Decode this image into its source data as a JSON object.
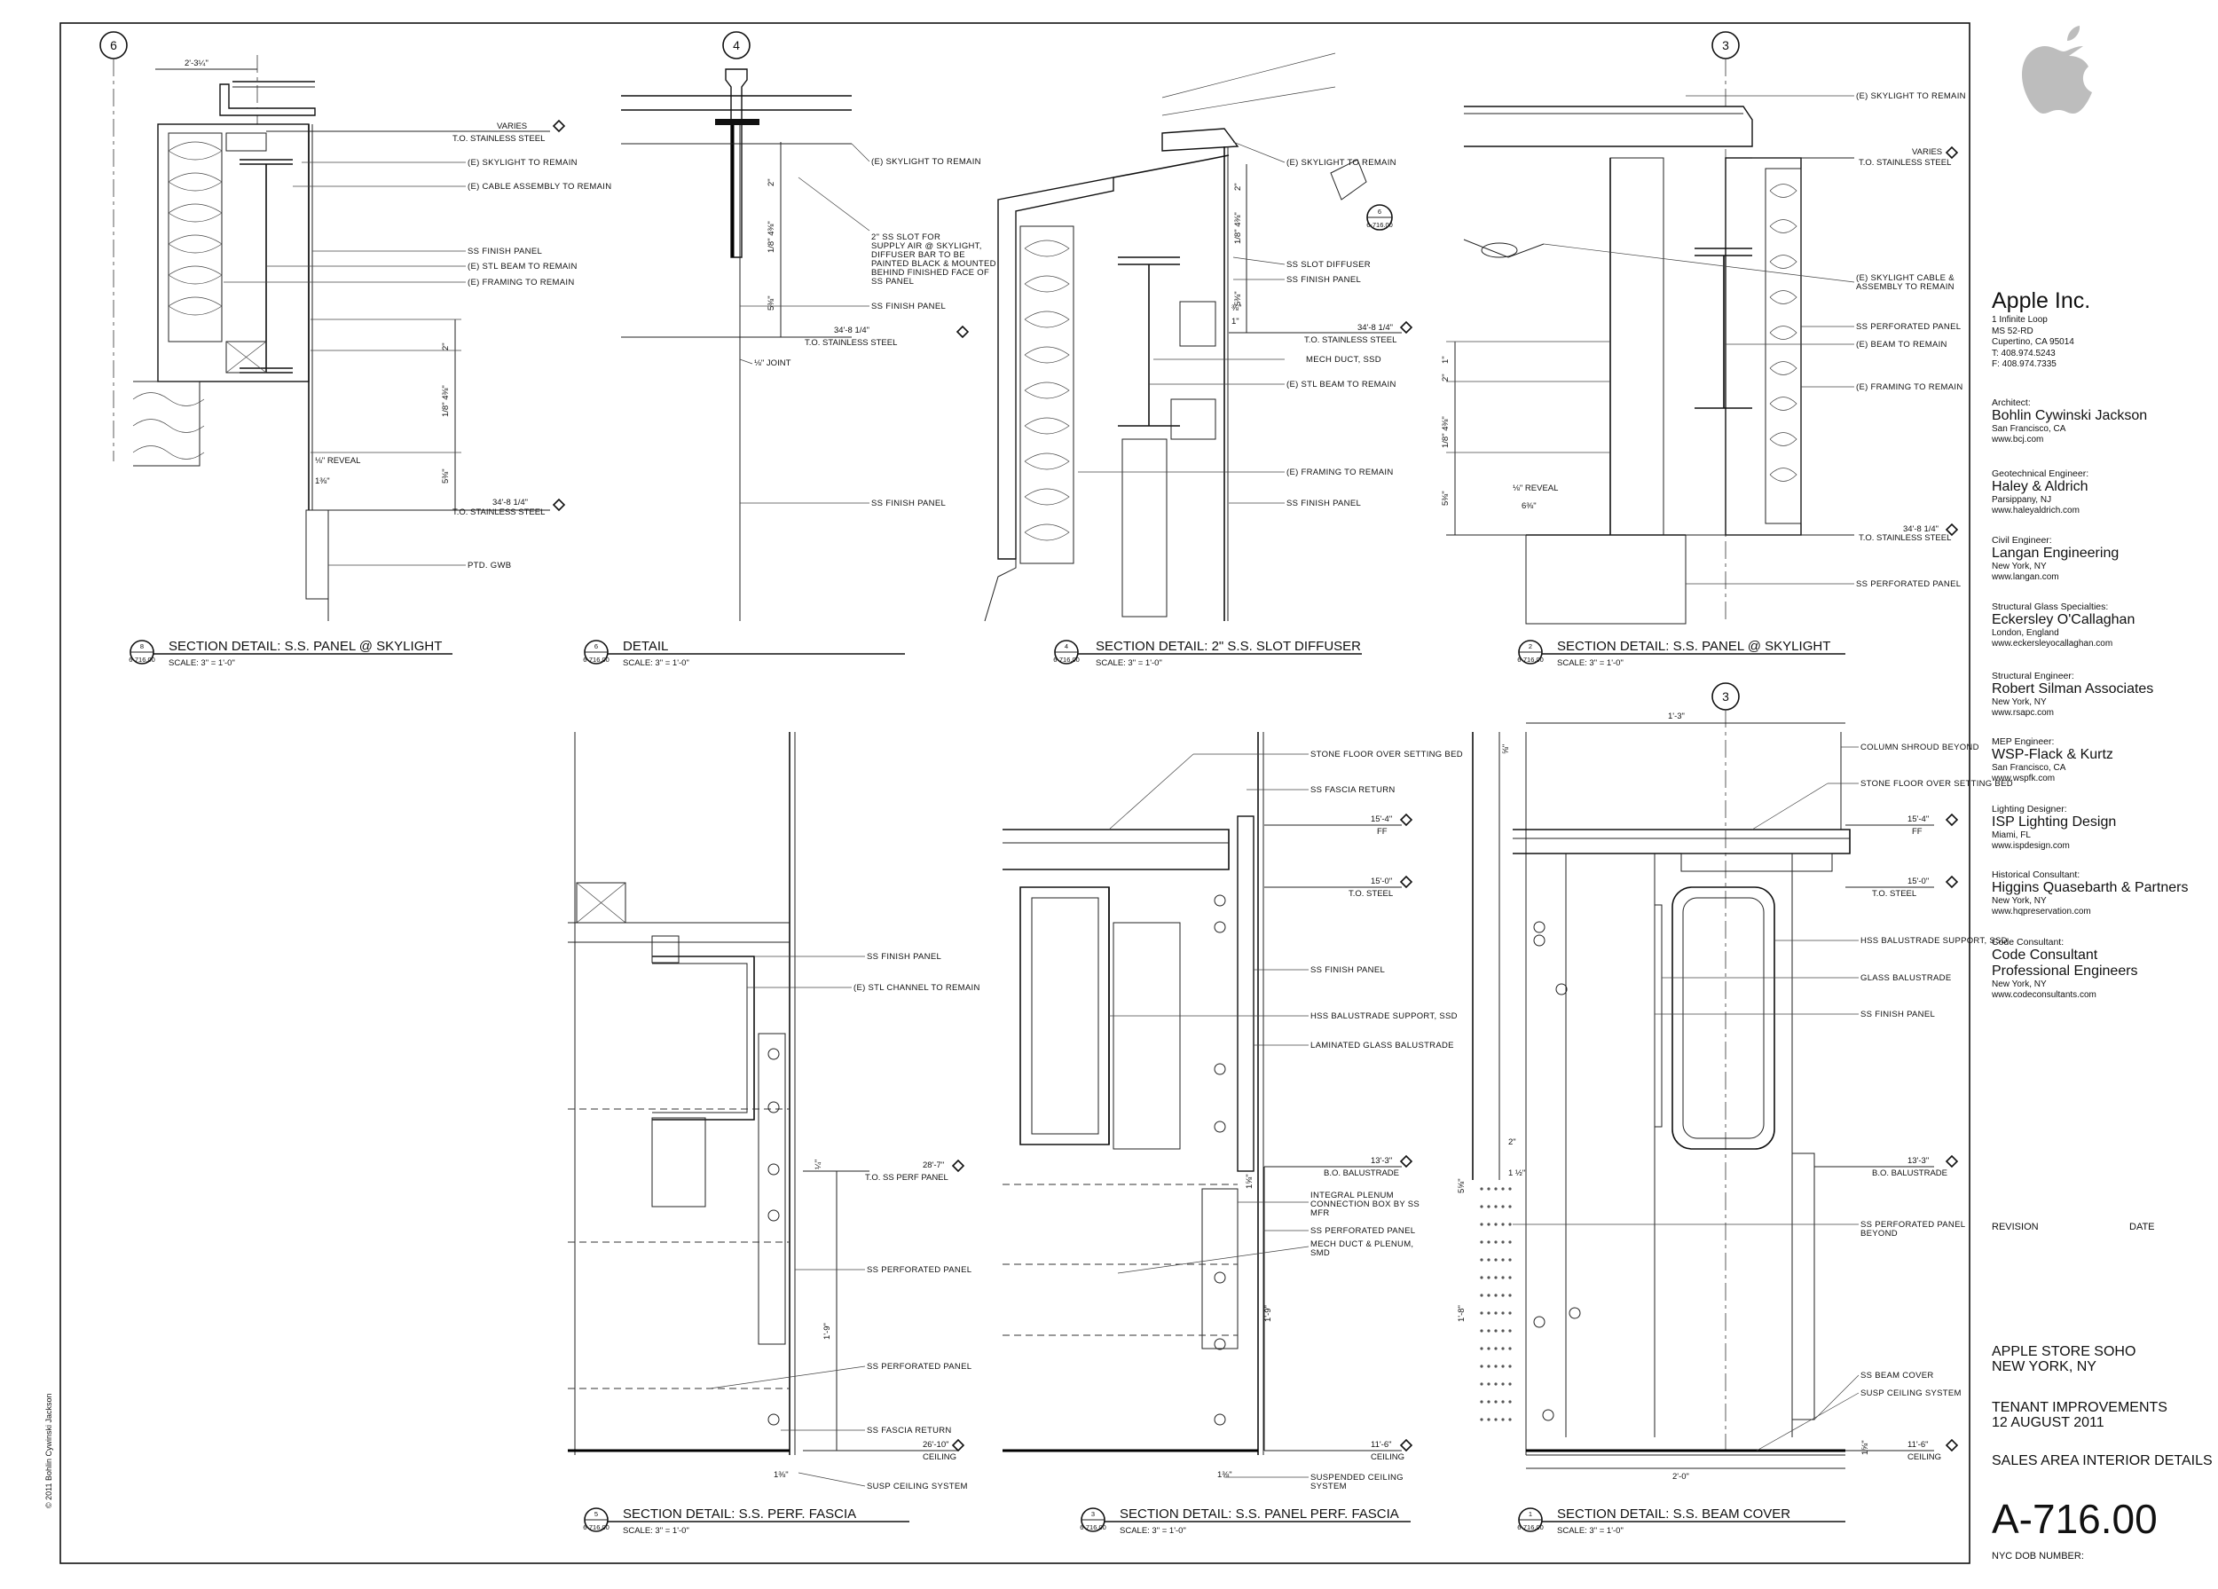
{
  "drawings": [
    {
      "id": "8",
      "number": "8",
      "ref": "6-716.00",
      "title": "SECTION DETAIL: S.S. PANEL @ SKYLIGHT",
      "scale": "SCALE: 3\" = 1'-0\""
    },
    {
      "id": "6",
      "number": "6",
      "ref": "6-716.00",
      "title": "DETAIL",
      "scale": "SCALE: 3\" = 1'-0\""
    },
    {
      "id": "4",
      "number": "4",
      "ref": "6-716.00",
      "title": "SECTION DETAIL: 2\" S.S. SLOT DIFFUSER",
      "scale": "SCALE: 3\" = 1'-0\""
    },
    {
      "id": "2",
      "number": "2",
      "ref": "6-716.00",
      "title": "SECTION DETAIL: S.S. PANEL @ SKYLIGHT",
      "scale": "SCALE: 3\" = 1'-0\""
    },
    {
      "id": "5",
      "number": "5",
      "ref": "6-716.00",
      "title": "SECTION DETAIL: S.S. PERF. FASCIA",
      "scale": "SCALE: 3\" = 1'-0\""
    },
    {
      "id": "3",
      "number": "3",
      "ref": "6-716.00",
      "title": "SECTION DETAIL: S.S. PANEL PERF. FASCIA",
      "scale": "SCALE: 3\" = 1'-0\""
    },
    {
      "id": "1",
      "number": "1",
      "ref": "6-716.00",
      "title": "SECTION DETAIL: S.S. BEAM COVER",
      "scale": "SCALE: 3\" = 1'-0\""
    }
  ],
  "grid_bubbles": [
    "6",
    "4",
    "3",
    "3"
  ],
  "notes": {
    "d8": [
      "(E) SKYLIGHT TO REMAIN",
      "(E) CABLE ASSEMBLY TO REMAIN",
      "SS FINISH PANEL",
      "(E) STL BEAM TO REMAIN",
      "(E) FRAMING TO REMAIN",
      "PTD. GWB"
    ],
    "d8_dims": [
      "2'-3¼\"",
      "VARIES",
      "T.O. STAINLESS STEEL",
      "2\"",
      "1/8\" 4⅜\"",
      "5⅜\"",
      "⅛\" REVEAL",
      "1⅜\"",
      "34'-8 1/4\"",
      "T.O. STAINLESS STEEL"
    ],
    "d6": [
      "(E) SKYLIGHT TO REMAIN",
      "2\" SS SLOT FOR",
      "SUPPLY AIR @ SKYLIGHT,",
      "DIFFUSER BAR TO BE",
      "PAINTED BLACK & MOUNTED",
      "BEHIND FINISHED FACE OF",
      "SS PANEL",
      "SS FINISH PANEL",
      "SS FINISH PANEL"
    ],
    "d6_dims": [
      "2\"",
      "1/8\" 4⅜\"",
      "5⅜\"",
      "34'-8 1/4\"",
      "T.O. STAINLESS STEEL",
      "⅛\" JOINT"
    ],
    "d4": [
      "(E) SKYLIGHT TO REMAIN",
      "SS SLOT DIFFUSER",
      "SS FINISH PANEL",
      "MECH DUCT, SSD",
      "(E) STL BEAM TO REMAIN",
      "(E) FRAMING TO REMAIN",
      "SS FINISH PANEL"
    ],
    "d4_dims": [
      "2\"",
      "1/8\" 4⅜\"",
      "⅜\"",
      "1\"",
      "5⅜\"",
      "34'-8 1/4\"",
      "T.O. STAINLESS STEEL"
    ],
    "d4_section_ref": [
      "6",
      "6-716.00"
    ],
    "d2": [
      "(E) SKYLIGHT TO REMAIN",
      "(E) SKYLIGHT CABLE &",
      "ASSEMBLY TO REMAIN",
      "SS PERFORATED PANEL",
      "(E) BEAM TO REMAIN",
      "(E) FRAMING TO REMAIN",
      "SS PERFORATED PANEL"
    ],
    "d2_dims": [
      "VARIES",
      "T.O. STAINLESS STEEL",
      "1\"",
      "2\"",
      "1/8\" 4⅜\"",
      "5⅜\"",
      "⅛\" REVEAL",
      "6⅜\"",
      "34'-8 1/4\"",
      "T.O. STAINLESS STEEL"
    ],
    "d5": [
      "SS FINISH PANEL",
      "(E) STL CHANNEL TO REMAIN",
      "SS PERFORATED PANEL",
      "SS PERFORATED PANEL",
      "SS FASCIA RETURN",
      "SUSP CEILING SYSTEM"
    ],
    "d5_dims": [
      "¼\"",
      "28'-7\"",
      "T.O. SS PERF PANEL",
      "1'-9\"",
      "26'-10\"",
      "CEILING",
      "1⅜\""
    ],
    "d3": [
      "STONE FLOOR OVER SETTING BED",
      "SS FASCIA RETURN",
      "SS FINISH PANEL",
      "HSS BALUSTRADE SUPPORT, SSD",
      "LAMINATED GLASS BALUSTRADE",
      "INTEGRAL PLENUM",
      "CONNECTION BOX BY SS",
      "MFR",
      "SS PERFORATED PANEL",
      "MECH DUCT & PLENUM,",
      "SMD",
      "SUSPENDED CEILING",
      "SYSTEM"
    ],
    "d3_dims": [
      "15'-4\"",
      "FF",
      "15'-0\"",
      "T.O. STEEL",
      "13'-3\"",
      "B.O. BALUSTRADE",
      "1⅝\"",
      "1'-9\"",
      "11'-6\"",
      "CEILING",
      "1⅜\""
    ],
    "d1": [
      "COLUMN SHROUD BEYOND",
      "STONE FLOOR OVER SETTING BED",
      "HSS BALUSTRADE SUPPORT, SSD",
      "GLASS BALUSTRADE",
      "SS FINISH PANEL",
      "SS PERFORATED PANEL",
      "BEYOND",
      "SS BEAM COVER",
      "SUSP CEILING SYSTEM"
    ],
    "d1_dims": [
      "1'-3\"",
      "⅝\"",
      "15'-4\"",
      "FF",
      "15'-0\"",
      "T.O. STEEL",
      "2\"",
      "5⅝\"",
      "1 ½\"",
      "13'-3\"",
      "B.O. BALUSTRADE",
      "1'-8\"",
      "1⅝\"",
      "11'-6\"",
      "CEILING",
      "2'-0\""
    ]
  },
  "title_block": {
    "company": "Apple Inc.",
    "address": [
      "1 Infinite Loop",
      "MS 52-RD",
      "Cupertino, CA 95014",
      "T: 408.974.5243",
      "F: 408.974.7335"
    ],
    "consultants": [
      {
        "role": "Architect:",
        "name": "Bohlin Cywinski Jackson",
        "lines": [
          "San Francisco, CA",
          "www.bcj.com"
        ]
      },
      {
        "role": "Geotechnical Engineer:",
        "name": "Haley & Aldrich",
        "lines": [
          "Parsippany, NJ",
          "www.haleyaldrich.com"
        ]
      },
      {
        "role": "Civil Engineer:",
        "name": "Langan Engineering",
        "lines": [
          "New York, NY",
          "www.langan.com"
        ]
      },
      {
        "role": "Structural Glass Specialties:",
        "name": "Eckersley O'Callaghan",
        "lines": [
          "London, England",
          "www.eckersleyocallaghan.com"
        ]
      },
      {
        "role": "Structural Engineer:",
        "name": "Robert Silman Associates",
        "lines": [
          "New York, NY",
          "www.rsapc.com"
        ]
      },
      {
        "role": "MEP Engineer:",
        "name": "WSP-Flack & Kurtz",
        "lines": [
          "San Francisco, CA",
          "www.wspfk.com"
        ]
      },
      {
        "role": "Lighting Designer:",
        "name": "ISP Lighting Design",
        "lines": [
          "Miami, FL",
          "www.ispdesign.com"
        ]
      },
      {
        "role": "Historical Consultant:",
        "name": "Higgins Quasebarth & Partners",
        "lines": [
          "New York, NY",
          "www.hqpreservation.com"
        ]
      },
      {
        "role": "Code Consultant:",
        "name": "Code Consultant\nProfessional Engineers",
        "lines": [
          "New York, NY",
          "www.codeconsultants.com"
        ]
      }
    ],
    "revision_label": "REVISION",
    "date_label": "DATE",
    "project": [
      "APPLE STORE SOHO",
      "NEW YORK, NY"
    ],
    "phase": [
      "TENANT IMPROVEMENTS",
      "12 AUGUST 2011"
    ],
    "sheet_title": "SALES AREA INTERIOR DETAILS",
    "sheet_number": "A-716.00",
    "dob_label": "NYC DOB NUMBER:"
  },
  "copyright": "© 2011 Bohlin Cywinski Jackson"
}
